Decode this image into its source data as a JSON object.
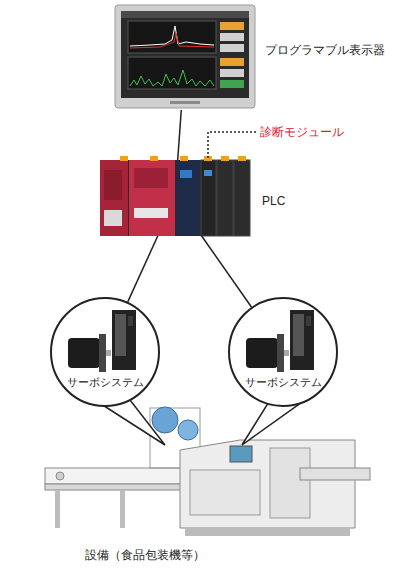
{
  "diagram": {
    "nodes": [
      {
        "text": [
          "プログラマブル表示器"
        ]
      },
      {
        "text": [
          "PLC"
        ]
      },
      {
        "text": [
          "サーボシステム"
        ]
      },
      {
        "text": [
          "サーボシステム"
        ]
      },
      {
        "text": [
          "設備（食品包装機等）"
        ]
      }
    ],
    "edges": [
      {
        "from": 0,
        "to": 1,
        "arrow": "none"
      },
      {
        "from": 1,
        "to": 2,
        "arrow": "none"
      },
      {
        "from": 1,
        "to": 3,
        "arrow": "none"
      }
    ],
    "labels": [
      "診断モジュール"
    ]
  }
}
